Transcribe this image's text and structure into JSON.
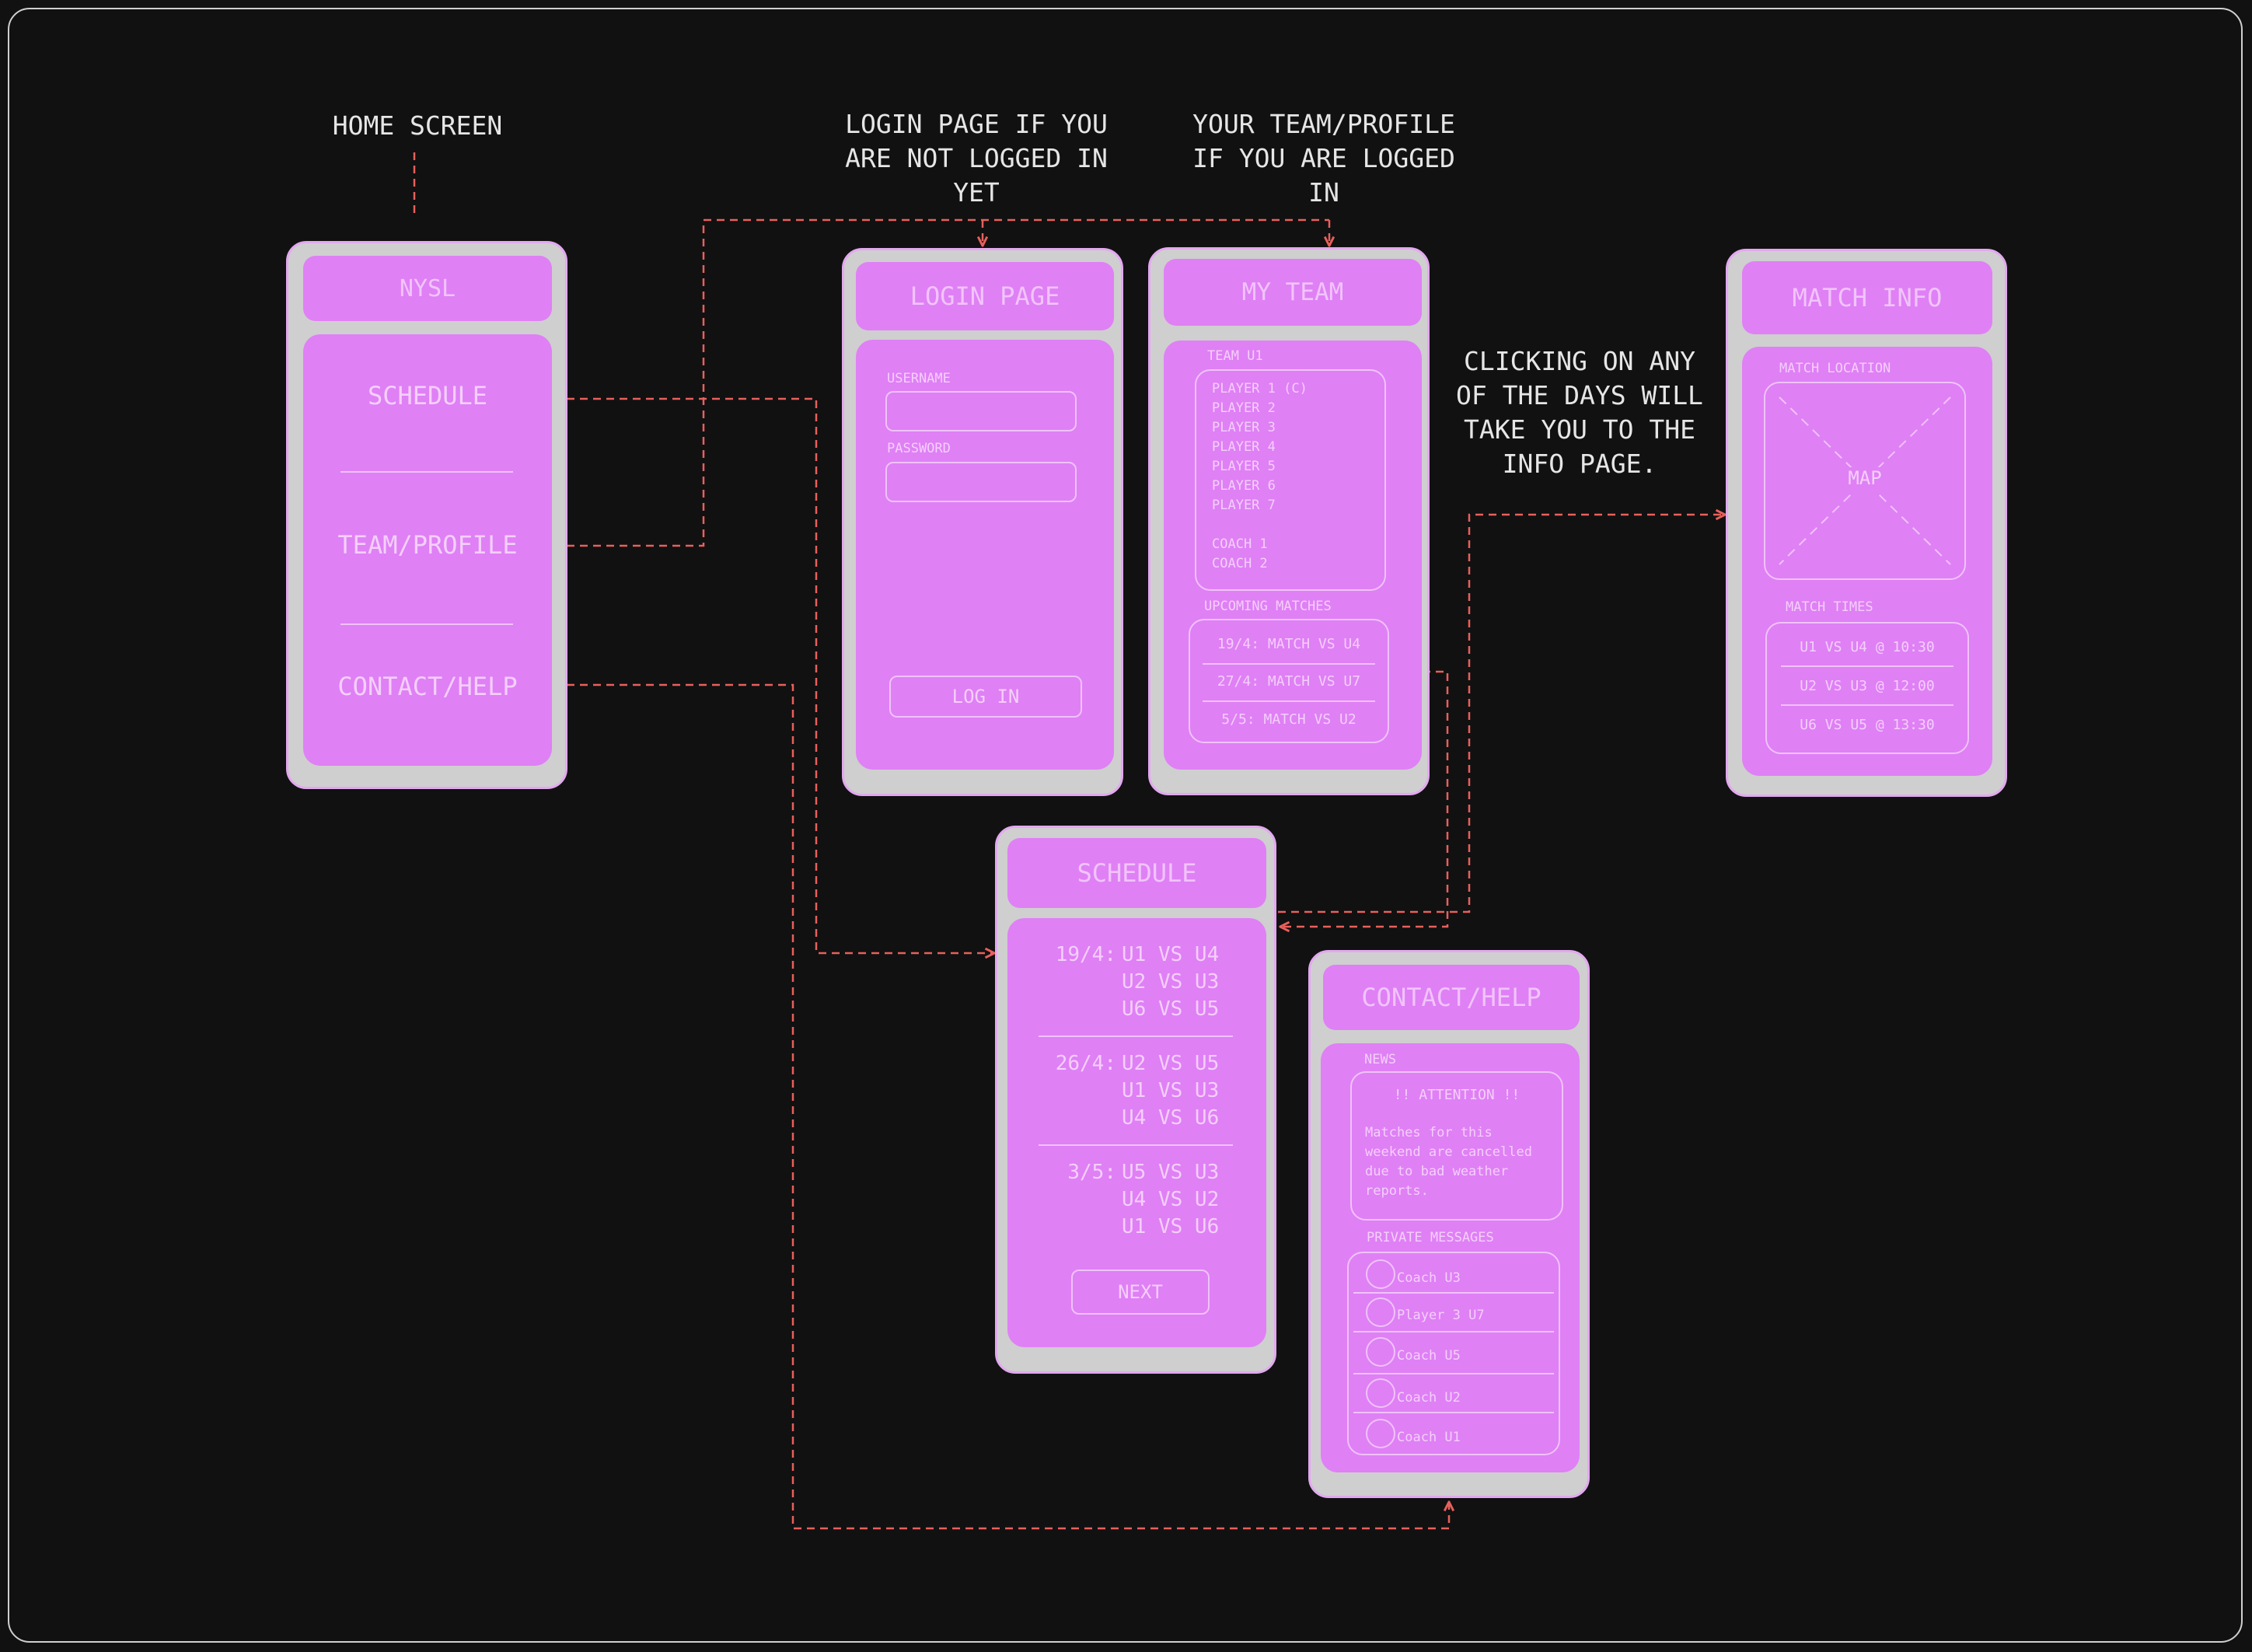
{
  "notes": {
    "home": "HOME SCREEN",
    "login": "LOGIN PAGE IF YOU\nARE NOT LOGGED IN\nYET",
    "team": "YOUR TEAM/PROFILE\nIF YOU ARE LOGGED\nIN",
    "days": "CLICKING ON ANY\nOF THE DAYS WILL\nTAKE YOU TO THE\nINFO PAGE."
  },
  "home_screen": {
    "title": "NYSL",
    "menu": [
      "SCHEDULE",
      "TEAM/PROFILE",
      "CONTACT/HELP"
    ]
  },
  "login_screen": {
    "title": "LOGIN PAGE",
    "username_label": "USERNAME",
    "password_label": "PASSWORD",
    "login_button": "LOG IN"
  },
  "team_screen": {
    "title": "MY TEAM",
    "team_label": "TEAM U1",
    "players": [
      "PLAYER 1 (C)",
      "PLAYER 2",
      "PLAYER 3",
      "PLAYER 4",
      "PLAYER 5",
      "PLAYER 6",
      "PLAYER 7"
    ],
    "coaches": [
      "COACH 1",
      "COACH 2"
    ],
    "upcoming_label": "UPCOMING MATCHES",
    "matches": [
      "19/4: MATCH VS U4",
      "27/4: MATCH VS U7",
      "5/5: MATCH VS U2"
    ]
  },
  "match_screen": {
    "title": "MATCH INFO",
    "location_label": "MATCH LOCATION",
    "map_label": "MAP",
    "times_label": "MATCH TIMES",
    "times": [
      "U1 VS U4 @ 10:30",
      "U2 VS U3 @ 12:00",
      "U6 VS U5 @ 13:30"
    ]
  },
  "schedule_screen": {
    "title": "SCHEDULE",
    "days": [
      {
        "date": "19/4:",
        "matches": [
          "U1 VS U4",
          "U2 VS U3",
          "U6 VS U5"
        ]
      },
      {
        "date": "26/4:",
        "matches": [
          "U2 VS U5",
          "U1 VS U3",
          "U4 VS U6"
        ]
      },
      {
        "date": "3/5:",
        "matches": [
          "U5 VS U3",
          "U4 VS U2",
          "U1 VS U6"
        ]
      }
    ],
    "next_button": "NEXT"
  },
  "contact_screen": {
    "title": "CONTACT/HELP",
    "news_label": "NEWS",
    "attention": "!! ATTENTION !!",
    "news_lines": [
      "Matches for this",
      "weekend are cancelled",
      "due to bad weather",
      "reports."
    ],
    "messages_label": "PRIVATE MESSAGES",
    "messages": [
      "Coach U3",
      "Player 3 U7",
      "Coach U5",
      "Coach U2",
      "Coach U1"
    ]
  },
  "colors": {
    "background": "#111111",
    "phone": "#cfcfcf",
    "screen": "#df80f5",
    "arrow": "#e8605c"
  }
}
